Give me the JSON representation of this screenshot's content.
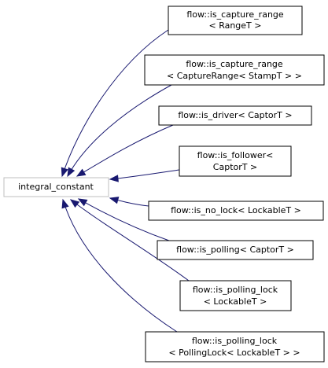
{
  "diagram": {
    "base_class": {
      "label": "integral_constant"
    },
    "derived_classes": [
      {
        "id": "is-capture-range-rangeT",
        "lines": [
          "flow::is_capture_range",
          "< RangeT >"
        ]
      },
      {
        "id": "is-capture-range-capturerange",
        "lines": [
          "flow::is_capture_range",
          "< CaptureRange< StampT > >"
        ]
      },
      {
        "id": "is-driver",
        "lines": [
          "flow::is_driver< CaptorT >"
        ]
      },
      {
        "id": "is-follower",
        "lines": [
          "flow::is_follower<",
          "CaptorT >"
        ]
      },
      {
        "id": "is-no-lock",
        "lines": [
          "flow::is_no_lock< LockableT >"
        ]
      },
      {
        "id": "is-polling",
        "lines": [
          "flow::is_polling< CaptorT >"
        ]
      },
      {
        "id": "is-polling-lock-lockableT",
        "lines": [
          "flow::is_polling_lock",
          "< LockableT >"
        ]
      },
      {
        "id": "is-polling-lock-pollinglock",
        "lines": [
          "flow::is_polling_lock",
          "< PollingLock< LockableT > >"
        ]
      }
    ],
    "colors": {
      "edge": "#191970",
      "base_border": "#bfbfbf",
      "node_border": "#000000"
    }
  }
}
